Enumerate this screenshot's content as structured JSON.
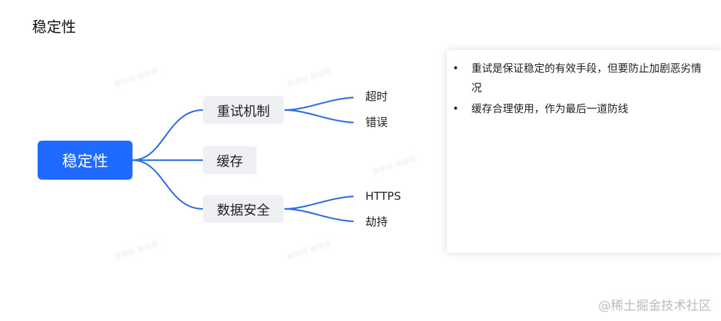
{
  "page": {
    "title": "稳定性"
  },
  "mindmap": {
    "root": "稳定性",
    "branches": [
      {
        "label": "重试机制",
        "children": [
          "超时",
          "错误"
        ]
      },
      {
        "label": "缓存",
        "children": []
      },
      {
        "label": "数据安全",
        "children": [
          "HTTPS",
          "劫持"
        ]
      }
    ]
  },
  "notes": {
    "items": [
      "重试是保证稳定的有效手段，但要防止加剧恶劣情况",
      "缓存合理使用，作为最后一道防线"
    ],
    "bullet": "•"
  },
  "footer": {
    "source": "@稀土掘金技术社区"
  },
  "colors": {
    "root_bg": "#1f6bff",
    "branch_bg": "#eef0f3",
    "connector": "#2f6fe0",
    "text": "#1f1f1f"
  },
  "icons": {
    "bullet": "bullet-dot"
  }
}
